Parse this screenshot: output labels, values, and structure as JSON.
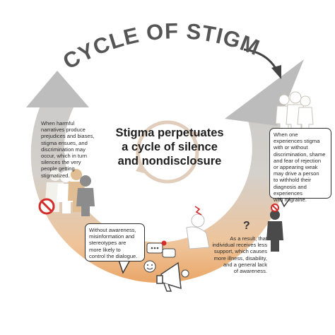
{
  "title": "CYCLE OF STIGMA",
  "center": {
    "lines": [
      "Stigma perpetuates",
      "a cycle of silence",
      "and nondisclosure"
    ]
  },
  "notes": {
    "left_top": {
      "lines": [
        "When harmful",
        "narratives produce",
        "prejudices and biases,",
        "stigma ensues, and",
        "discrimination may",
        "occur, which in turn",
        "silences the very",
        "people getting",
        "stigmatized."
      ]
    },
    "right_bubble": {
      "lines": [
        "When one",
        "experiences stigma",
        "with or without",
        "discrimination, shame",
        "and fear of rejection",
        "or appearing weak",
        "may drive a person",
        "to withhold their",
        "diagnosis and",
        "experiences",
        "with migraine."
      ]
    },
    "bottom_left_bubble": {
      "lines": [
        "Without awareness,",
        "misinformation and",
        "stereotypes are",
        "more likely to",
        "control the dialogue."
      ]
    },
    "bottom_right": {
      "lines": [
        "As a result, that",
        "individual receives less",
        "support, which causes",
        "more illness, disability,",
        "and a general lack",
        "of awareness."
      ]
    }
  },
  "icons": {
    "question_mark": "?",
    "names": [
      "people-group-icon",
      "no-symbol-icon",
      "standing-person-icon",
      "migraine-person-icon",
      "megaphone-icon",
      "chat-icon",
      "smiley-icon",
      "recycle-ring-icon"
    ]
  },
  "colors": {
    "ring_top": "#c4c4c4",
    "ring_bottom": "#e79446",
    "title": "#555555",
    "no_symbol": "#d42b2b",
    "text": "#1e1e1e"
  }
}
